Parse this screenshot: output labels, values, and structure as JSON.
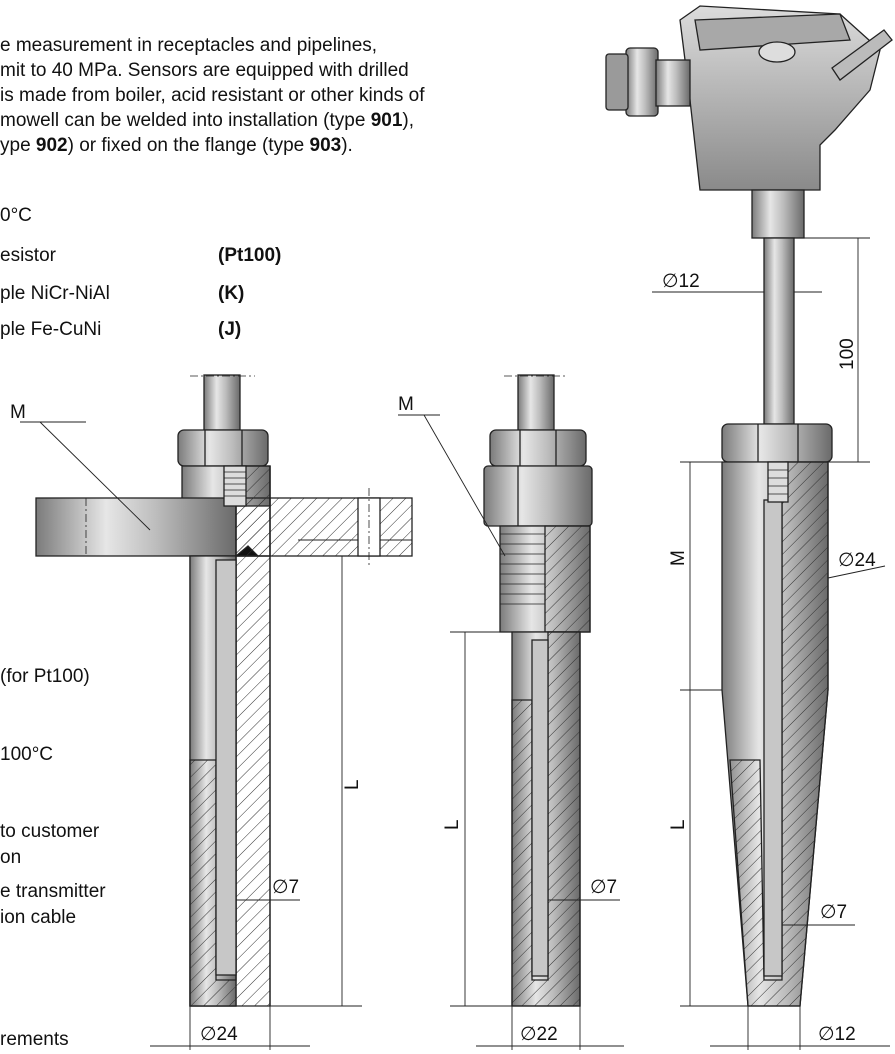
{
  "intro": {
    "line1": "e measurement in receptacles and pipelines,",
    "line2": "mit to 40 MPa. Sensors are equipped with drilled",
    "line3": "is made from boiler, acid resistant or other kinds of",
    "line4a": "mowell can be welded into installation (type ",
    "line4b": "901",
    "line4c": "),",
    "line5a": "ype ",
    "line5b": "902",
    "line5c": ") or fixed on the flange (type ",
    "line5d": "903",
    "line5e": ").",
    "line6": "0°C"
  },
  "sensors": [
    {
      "name": "esistor",
      "code": "(Pt100)"
    },
    {
      "name": "ple NiCr-NiAl",
      "code": "(K)"
    },
    {
      "name": "ple Fe-CuNi",
      "code": "(J)"
    }
  ],
  "side_notes": {
    "for_pt100": "(for Pt100)",
    "temp": "100°C",
    "customer1": "to customer",
    "customer2": "on",
    "transmitter": "e transmitter",
    "cable": "ion cable",
    "requirements": "rements"
  },
  "drawing": {
    "m_label_left": "M",
    "m_label_mid": "M",
    "m_label_right": "M",
    "d12_top": "∅12",
    "dim_100": "100",
    "d24_right": "∅24",
    "l_left": "L",
    "l_mid": "L",
    "l_right": "L",
    "d7_left": "∅7",
    "d7_mid": "∅7",
    "d7_right": "∅7",
    "d24_bottom": "∅24",
    "d22_bottom": "∅22",
    "d12_bottom": "∅12"
  }
}
